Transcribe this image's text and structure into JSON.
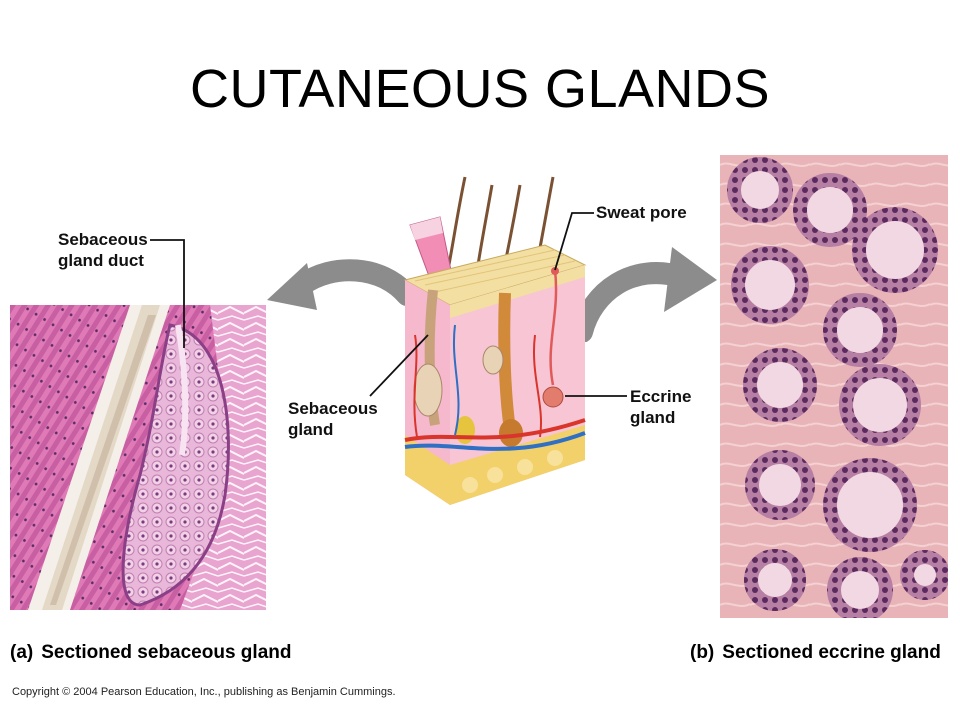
{
  "title": "CUTANEOUS GLANDS",
  "labels": {
    "sebaceous_gland_duct": [
      "Sebaceous",
      "gland duct"
    ],
    "sebaceous_gland": [
      "Sebaceous",
      "gland"
    ],
    "sweat_pore": "Sweat pore",
    "eccrine_gland": [
      "Eccrine",
      "gland"
    ]
  },
  "captions": {
    "a": {
      "letter": "(a)",
      "text": "Sectioned sebaceous gland"
    },
    "b": {
      "letter": "(b)",
      "text": "Sectioned eccrine gland"
    }
  },
  "copyright": "Copyright © 2004 Pearson Education, Inc., publishing as Benjamin Cummings.",
  "colors": {
    "tissue_pink": "#e58fc0",
    "tissue_purple": "#b8568f",
    "eccrine_bg": "#e9b4b8",
    "nuclei": "#5a2a5e",
    "arrow_gray": "#8c8c8c",
    "artery_red": "#d9352b",
    "vein_blue": "#2f6fc4",
    "fat_yellow": "#f2d06a"
  }
}
